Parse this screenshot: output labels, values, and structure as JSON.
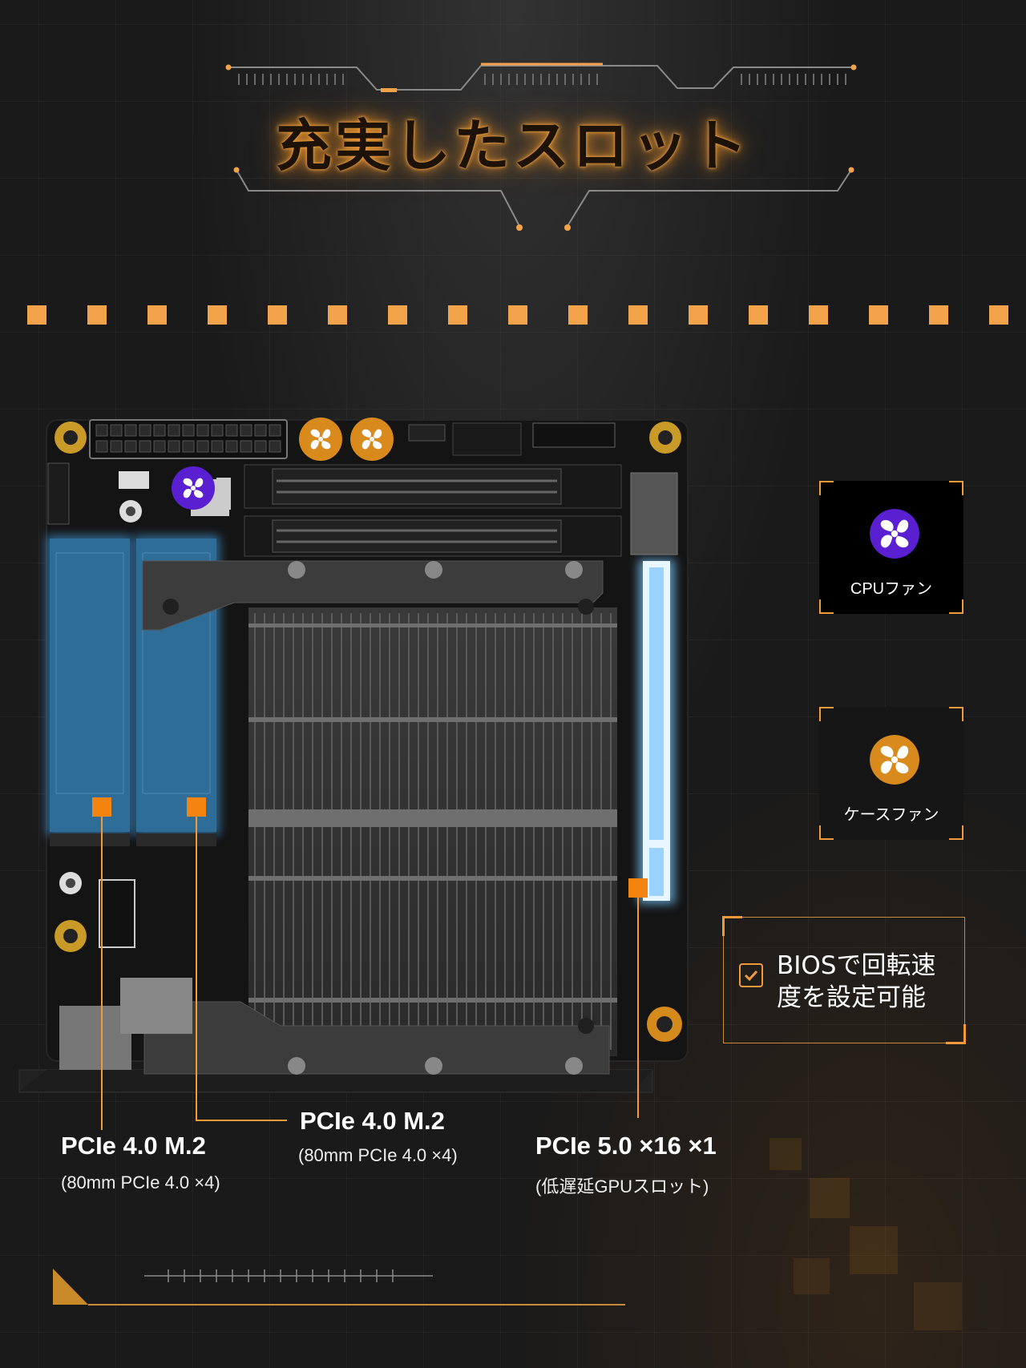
{
  "title": "充実したスロット",
  "colors": {
    "accent": "#f3a34a",
    "background": "#1a1a1a",
    "glow_blue": "#5ab8ff",
    "cpu_fan": "#5a1fd0",
    "case_fan": "#d98a1c"
  },
  "fans": {
    "cpu": {
      "label": "CPUファン",
      "icon": "fan-icon"
    },
    "case": {
      "label": "ケースファン",
      "icon": "fan-icon"
    }
  },
  "bios": {
    "line1": "BIOSで回転速",
    "line2": "度を設定可能",
    "icon": "check-icon"
  },
  "slots": [
    {
      "title": "PCIe 4.0 M.2",
      "sub": "(80mm PCIe 4.0 ×4)"
    },
    {
      "title": "PCIe 4.0 M.2",
      "sub": "(80mm PCIe 4.0 ×4)"
    },
    {
      "title": "PCIe 5.0 ×16 ×1",
      "sub": "(低遅延GPUスロット)"
    }
  ]
}
